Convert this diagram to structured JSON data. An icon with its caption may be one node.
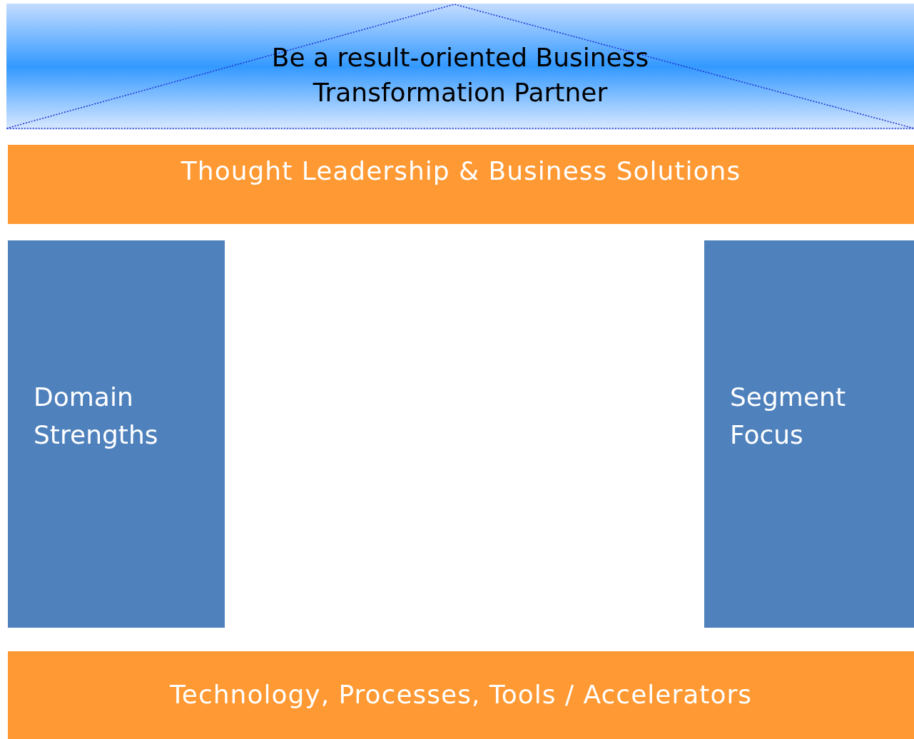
{
  "diagram": {
    "nodes": [
      {
        "text": [
          "Be a result-oriented Business Transformation Partner"
        ]
      },
      {
        "text": [
          "Thought Leadership & Business Solutions"
        ]
      },
      {
        "text": [
          "Domain Strengths"
        ]
      },
      {
        "text": [
          "Segment Focus"
        ]
      },
      {
        "text": [
          "Technology, Processes, Tools / Accelerators"
        ]
      }
    ]
  }
}
